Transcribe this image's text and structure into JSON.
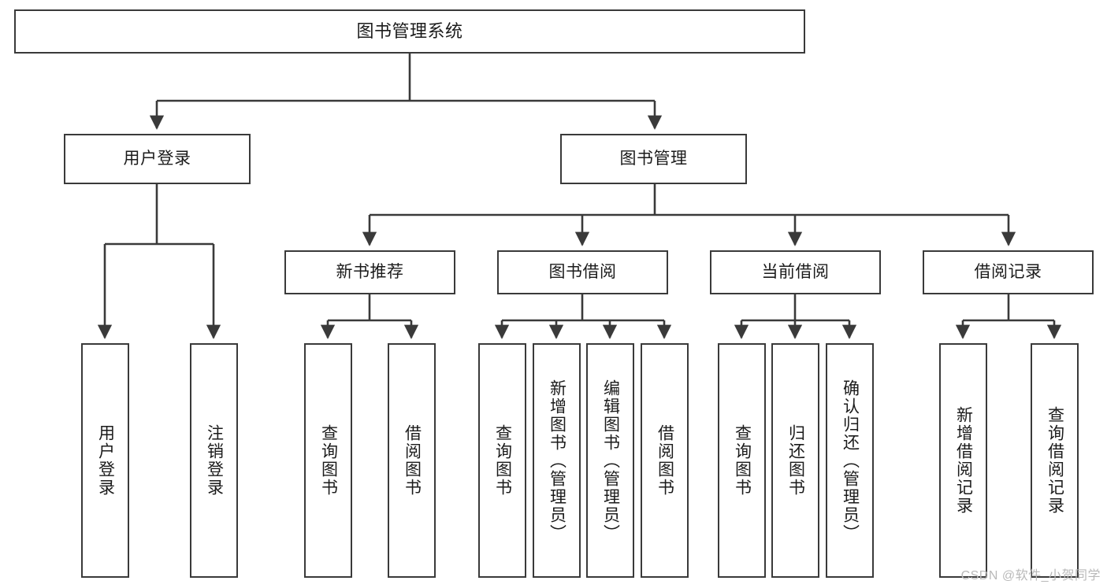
{
  "diagram": {
    "title": "图书管理系统",
    "stroke_color": "#3a3a3a",
    "background_color": "#ffffff",
    "text_color": "#1b1b1b"
  },
  "root": {
    "label": "图书管理系统"
  },
  "level2": [
    {
      "label": "用户登录"
    },
    {
      "label": "图书管理"
    }
  ],
  "level3": [
    {
      "label": "新书推荐"
    },
    {
      "label": "图书借阅"
    },
    {
      "label": "当前借阅"
    },
    {
      "label": "借阅记录"
    }
  ],
  "leaves": {
    "user_login": [
      {
        "label": "用户登录"
      },
      {
        "label": "注销登录"
      }
    ],
    "new_book_recommend": [
      {
        "label": "查询图书"
      },
      {
        "label": "借阅图书"
      }
    ],
    "book_borrow": [
      {
        "label": "查询图书"
      },
      {
        "label": "新增图书（管理员）"
      },
      {
        "label": "编辑图书（管理员）"
      },
      {
        "label": "借阅图书"
      }
    ],
    "current_borrow": [
      {
        "label": "查询图书"
      },
      {
        "label": "归还图书"
      },
      {
        "label": "确认归还（管理员）"
      }
    ],
    "borrow_record": [
      {
        "label": "新增借阅记录"
      },
      {
        "label": "查询借阅记录"
      }
    ]
  },
  "watermark": {
    "text": "CSDN @软件_小贺同学"
  }
}
